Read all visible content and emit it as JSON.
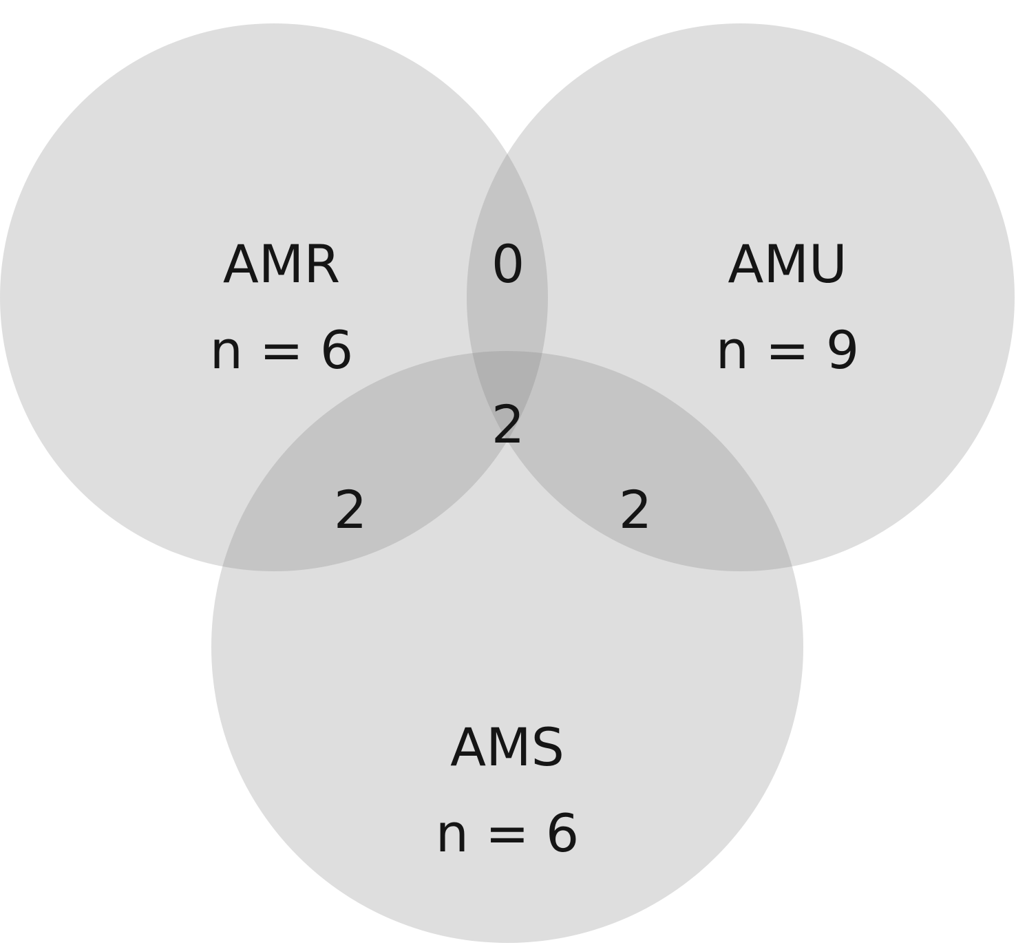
{
  "colors": {
    "background": "#ffffff",
    "circle_fill": "#7a7a7a",
    "text": "#151515"
  },
  "sets": [
    {
      "key": "amr",
      "name": "AMR",
      "count_label": "n = 6"
    },
    {
      "key": "amu",
      "name": "AMU",
      "count_label": "n = 9"
    },
    {
      "key": "ams",
      "name": "AMS",
      "count_label": "n = 6"
    }
  ],
  "intersections": {
    "amr_amu": "0",
    "amr_ams": "2",
    "amu_ams": "2",
    "amr_amu_ams": "2"
  }
}
